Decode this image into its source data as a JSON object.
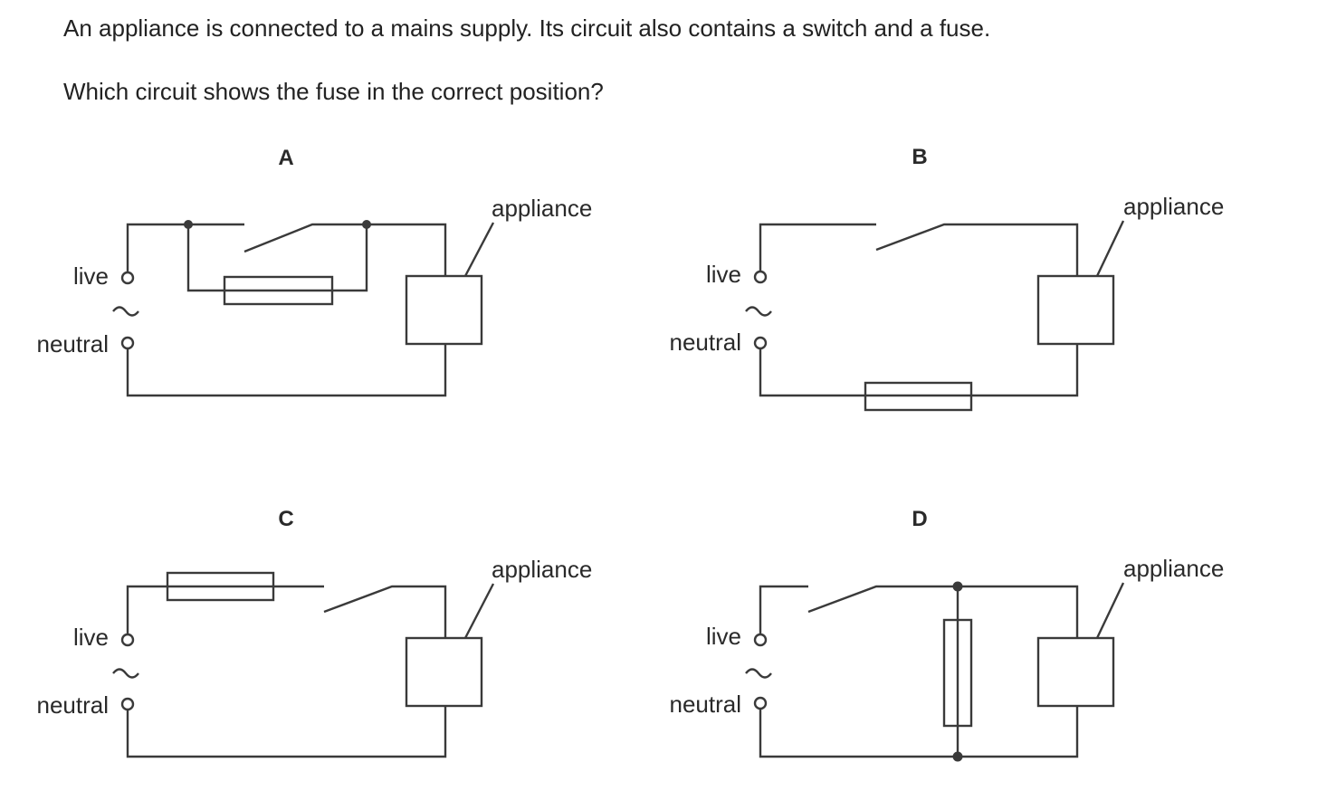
{
  "question": {
    "line1": "An appliance is connected to a mains supply. Its circuit also contains a switch and a fuse.",
    "line2": "Which circuit shows the fuse in the correct position?"
  },
  "circuits": [
    {
      "option": "A",
      "live_label": "live",
      "neutral_label": "neutral",
      "appliance_label": "appliance",
      "ac_symbol": "~"
    },
    {
      "option": "B",
      "live_label": "live",
      "neutral_label": "neutral",
      "appliance_label": "appliance",
      "ac_symbol": "~"
    },
    {
      "option": "C",
      "live_label": "live",
      "neutral_label": "neutral",
      "appliance_label": "appliance",
      "ac_symbol": "~"
    },
    {
      "option": "D",
      "live_label": "live",
      "neutral_label": "neutral",
      "appliance_label": "appliance",
      "ac_symbol": "~"
    }
  ]
}
